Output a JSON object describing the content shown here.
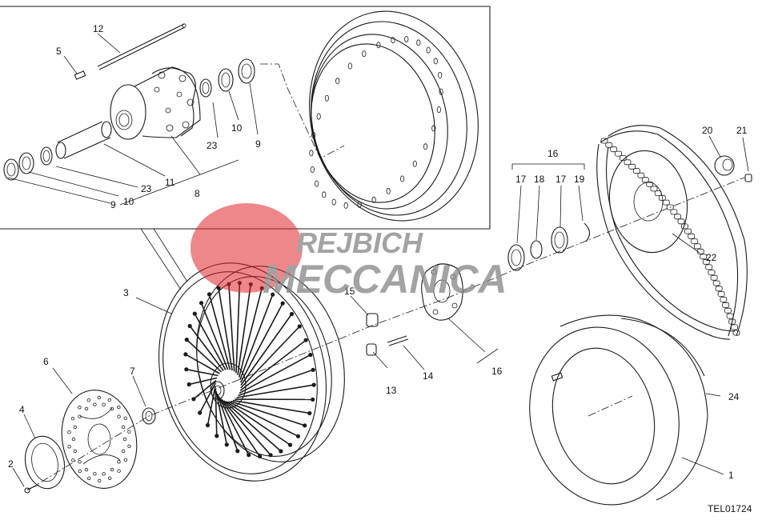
{
  "drawing": {
    "code": "TEL01724",
    "watermark": {
      "line1": "REJBICH",
      "line2": "MECCANICA",
      "accent_color": "#e0242b",
      "text_color": "#8a8a8a"
    }
  },
  "callouts": [
    "1",
    "2",
    "3",
    "4",
    "5",
    "6",
    "7",
    "8",
    "9",
    "9",
    "10",
    "10",
    "11",
    "12",
    "13",
    "14",
    "15",
    "16",
    "16",
    "17",
    "17",
    "18",
    "19",
    "20",
    "21",
    "22",
    "23",
    "23",
    "24"
  ],
  "parts": [
    {
      "id": "1",
      "name": "tire"
    },
    {
      "id": "2",
      "name": "screw"
    },
    {
      "id": "3",
      "name": "rear-wheel"
    },
    {
      "id": "4",
      "name": "tone-wheel"
    },
    {
      "id": "5",
      "name": "spoke-nipple"
    },
    {
      "id": "6",
      "name": "brake-disc"
    },
    {
      "id": "7",
      "name": "spacer"
    },
    {
      "id": "8",
      "name": "hub"
    },
    {
      "id": "9",
      "name": "seal"
    },
    {
      "id": "10",
      "name": "bearing"
    },
    {
      "id": "11",
      "name": "inner-spacer"
    },
    {
      "id": "12",
      "name": "spoke"
    },
    {
      "id": "13",
      "name": "spacer"
    },
    {
      "id": "14",
      "name": "pin"
    },
    {
      "id": "15",
      "name": "bush"
    },
    {
      "id": "16",
      "name": "sprocket-carrier"
    },
    {
      "id": "17",
      "name": "seal"
    },
    {
      "id": "18",
      "name": "bearing"
    },
    {
      "id": "19",
      "name": "circlip"
    },
    {
      "id": "20",
      "name": "spacer"
    },
    {
      "id": "21",
      "name": "nut"
    },
    {
      "id": "22",
      "name": "chain-and-sprocket"
    },
    {
      "id": "23",
      "name": "ring"
    },
    {
      "id": "24",
      "name": "inner-tube"
    }
  ]
}
